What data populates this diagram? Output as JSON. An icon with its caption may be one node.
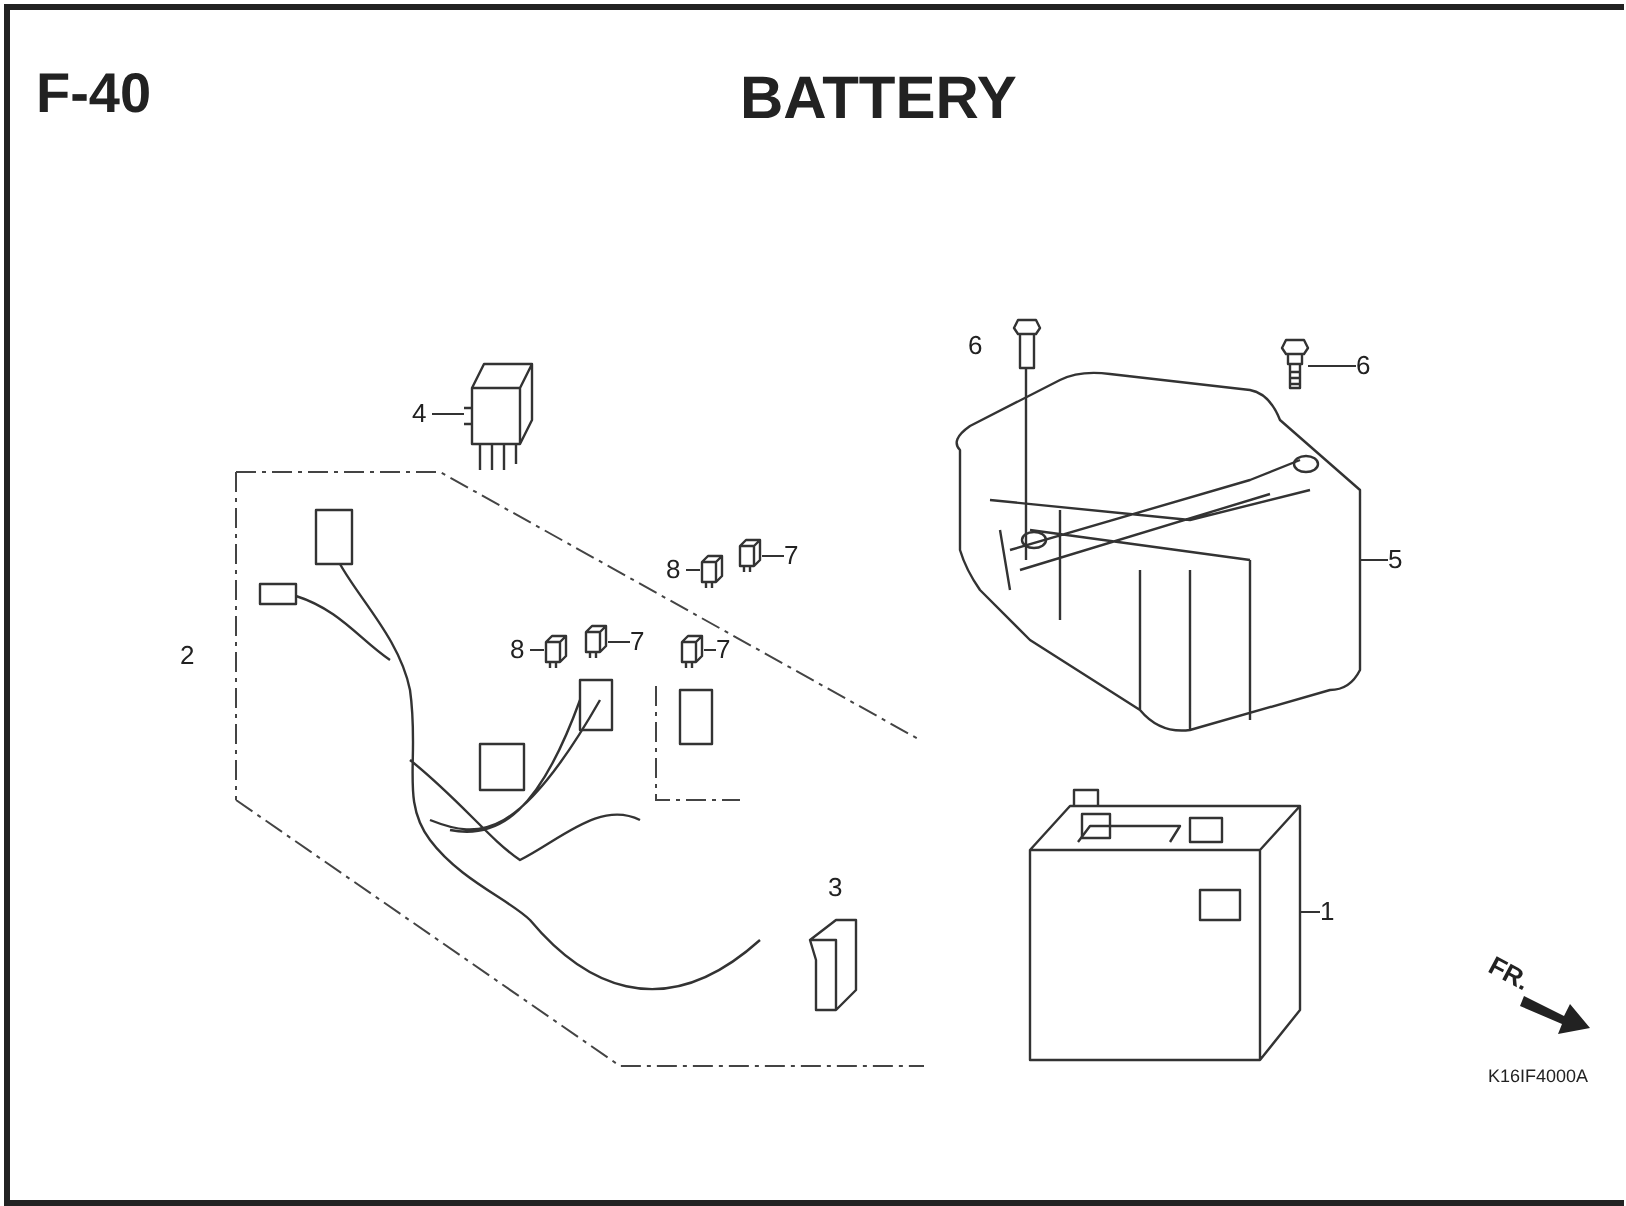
{
  "diagram": {
    "title": "BATTERY",
    "nodes": [
      {
        "text": [
          "6"
        ]
      },
      {
        "text": [],
        "shape": "picture"
      },
      {
        "text": [
          "4"
        ]
      },
      {
        "text": [],
        "shape": "picture"
      },
      {
        "text": [
          "5"
        ]
      },
      {
        "text": [],
        "shape": "picture"
      },
      {
        "text": [
          "7"
        ]
      },
      {
        "text": [],
        "shape": "picture"
      },
      {
        "text": [
          "8"
        ]
      },
      {
        "text": [],
        "shape": "picture"
      },
      {
        "text": [
          "7"
        ]
      },
      {
        "text": [],
        "shape": "picture"
      },
      {
        "text": [
          "8"
        ]
      },
      {
        "text": [],
        "shape": "picture"
      },
      {
        "text": [
          "7"
        ]
      },
      {
        "text": [],
        "shape": "picture"
      },
      {
        "text": [
          "1"
        ]
      },
      {
        "text": [],
        "shape": "picture"
      }
    ],
    "edges": [
      {
        "from": 0,
        "to": 1,
        "arrow": "none"
      },
      {
        "from": 2,
        "to": 3,
        "arrow": "none"
      },
      {
        "from": 4,
        "to": 5,
        "arrow": "none"
      },
      {
        "from": 6,
        "to": 7,
        "arrow": "none"
      },
      {
        "from": 8,
        "to": 9,
        "arrow": "none"
      },
      {
        "from": 10,
        "to": 11,
        "arrow": "none"
      },
      {
        "from": 12,
        "to": 13,
        "arrow": "none"
      },
      {
        "from": 14,
        "to": 15,
        "arrow": "none"
      },
      {
        "from": 16,
        "to": 17,
        "arrow": "none"
      }
    ],
    "labels": [
      "F-40",
      "6",
      "2",
      "3",
      "FR.",
      "K16IF4000A"
    ]
  }
}
